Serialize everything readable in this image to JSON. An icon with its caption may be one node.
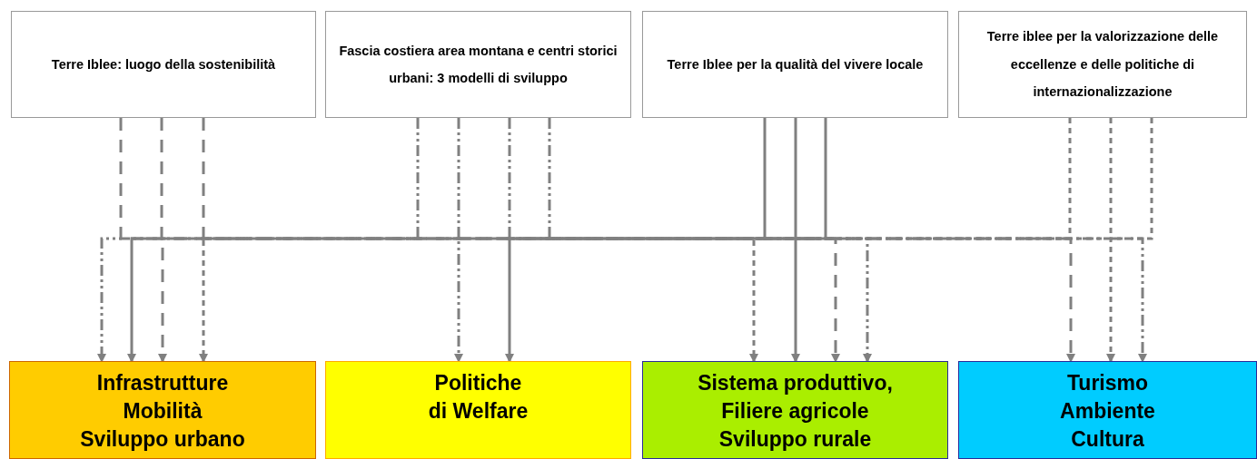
{
  "diagram": {
    "nodes": [
      {
        "text": [
          "Terre Iblee: luogo della sostenibilità"
        ]
      },
      {
        "text": [
          "Fascia costiera area montana e centri storici urbani: 3 modelli di sviluppo"
        ]
      },
      {
        "text": [
          "Terre Iblee per la qualità del vivere locale"
        ]
      },
      {
        "text": [
          "Terre iblee per la valorizzazione delle eccellenze e delle politiche di internazionalizzazione"
        ]
      },
      {
        "text": [
          "Infrastrutture",
          "Mobilità",
          "Sviluppo urbano"
        ]
      },
      {
        "text": [
          "Politiche",
          "di Welfare"
        ]
      },
      {
        "text": [
          "Sistema produttivo,",
          "Filiere agricole",
          "Sviluppo rurale"
        ]
      },
      {
        "text": [
          "Turismo",
          "Ambiente",
          "Cultura"
        ]
      }
    ],
    "edges": [
      {
        "from": 0,
        "to": 6,
        "arrow": "to",
        "style": "dashed"
      },
      {
        "from": 0,
        "to": 4,
        "arrow": "to",
        "style": "dashed"
      },
      {
        "from": 0,
        "to": 7,
        "arrow": "to",
        "style": "dashed"
      },
      {
        "from": 1,
        "to": 4,
        "arrow": "to",
        "style": "dashed"
      },
      {
        "from": 1,
        "to": 5,
        "arrow": "to",
        "style": "dashed"
      },
      {
        "from": 1,
        "to": 6,
        "arrow": "to",
        "style": "dashed"
      },
      {
        "from": 1,
        "to": 7,
        "arrow": "to",
        "style": "dashed"
      },
      {
        "from": 2,
        "to": 4,
        "arrow": "to"
      },
      {
        "from": 2,
        "to": 5,
        "arrow": "to"
      },
      {
        "from": 2,
        "to": 6,
        "arrow": "to"
      },
      {
        "from": 3,
        "to": 4,
        "arrow": "to",
        "style": "dashed"
      },
      {
        "from": 3,
        "to": 6,
        "arrow": "to",
        "style": "dashed"
      },
      {
        "from": 3,
        "to": 7,
        "arrow": "to",
        "style": "dashed"
      }
    ]
  }
}
